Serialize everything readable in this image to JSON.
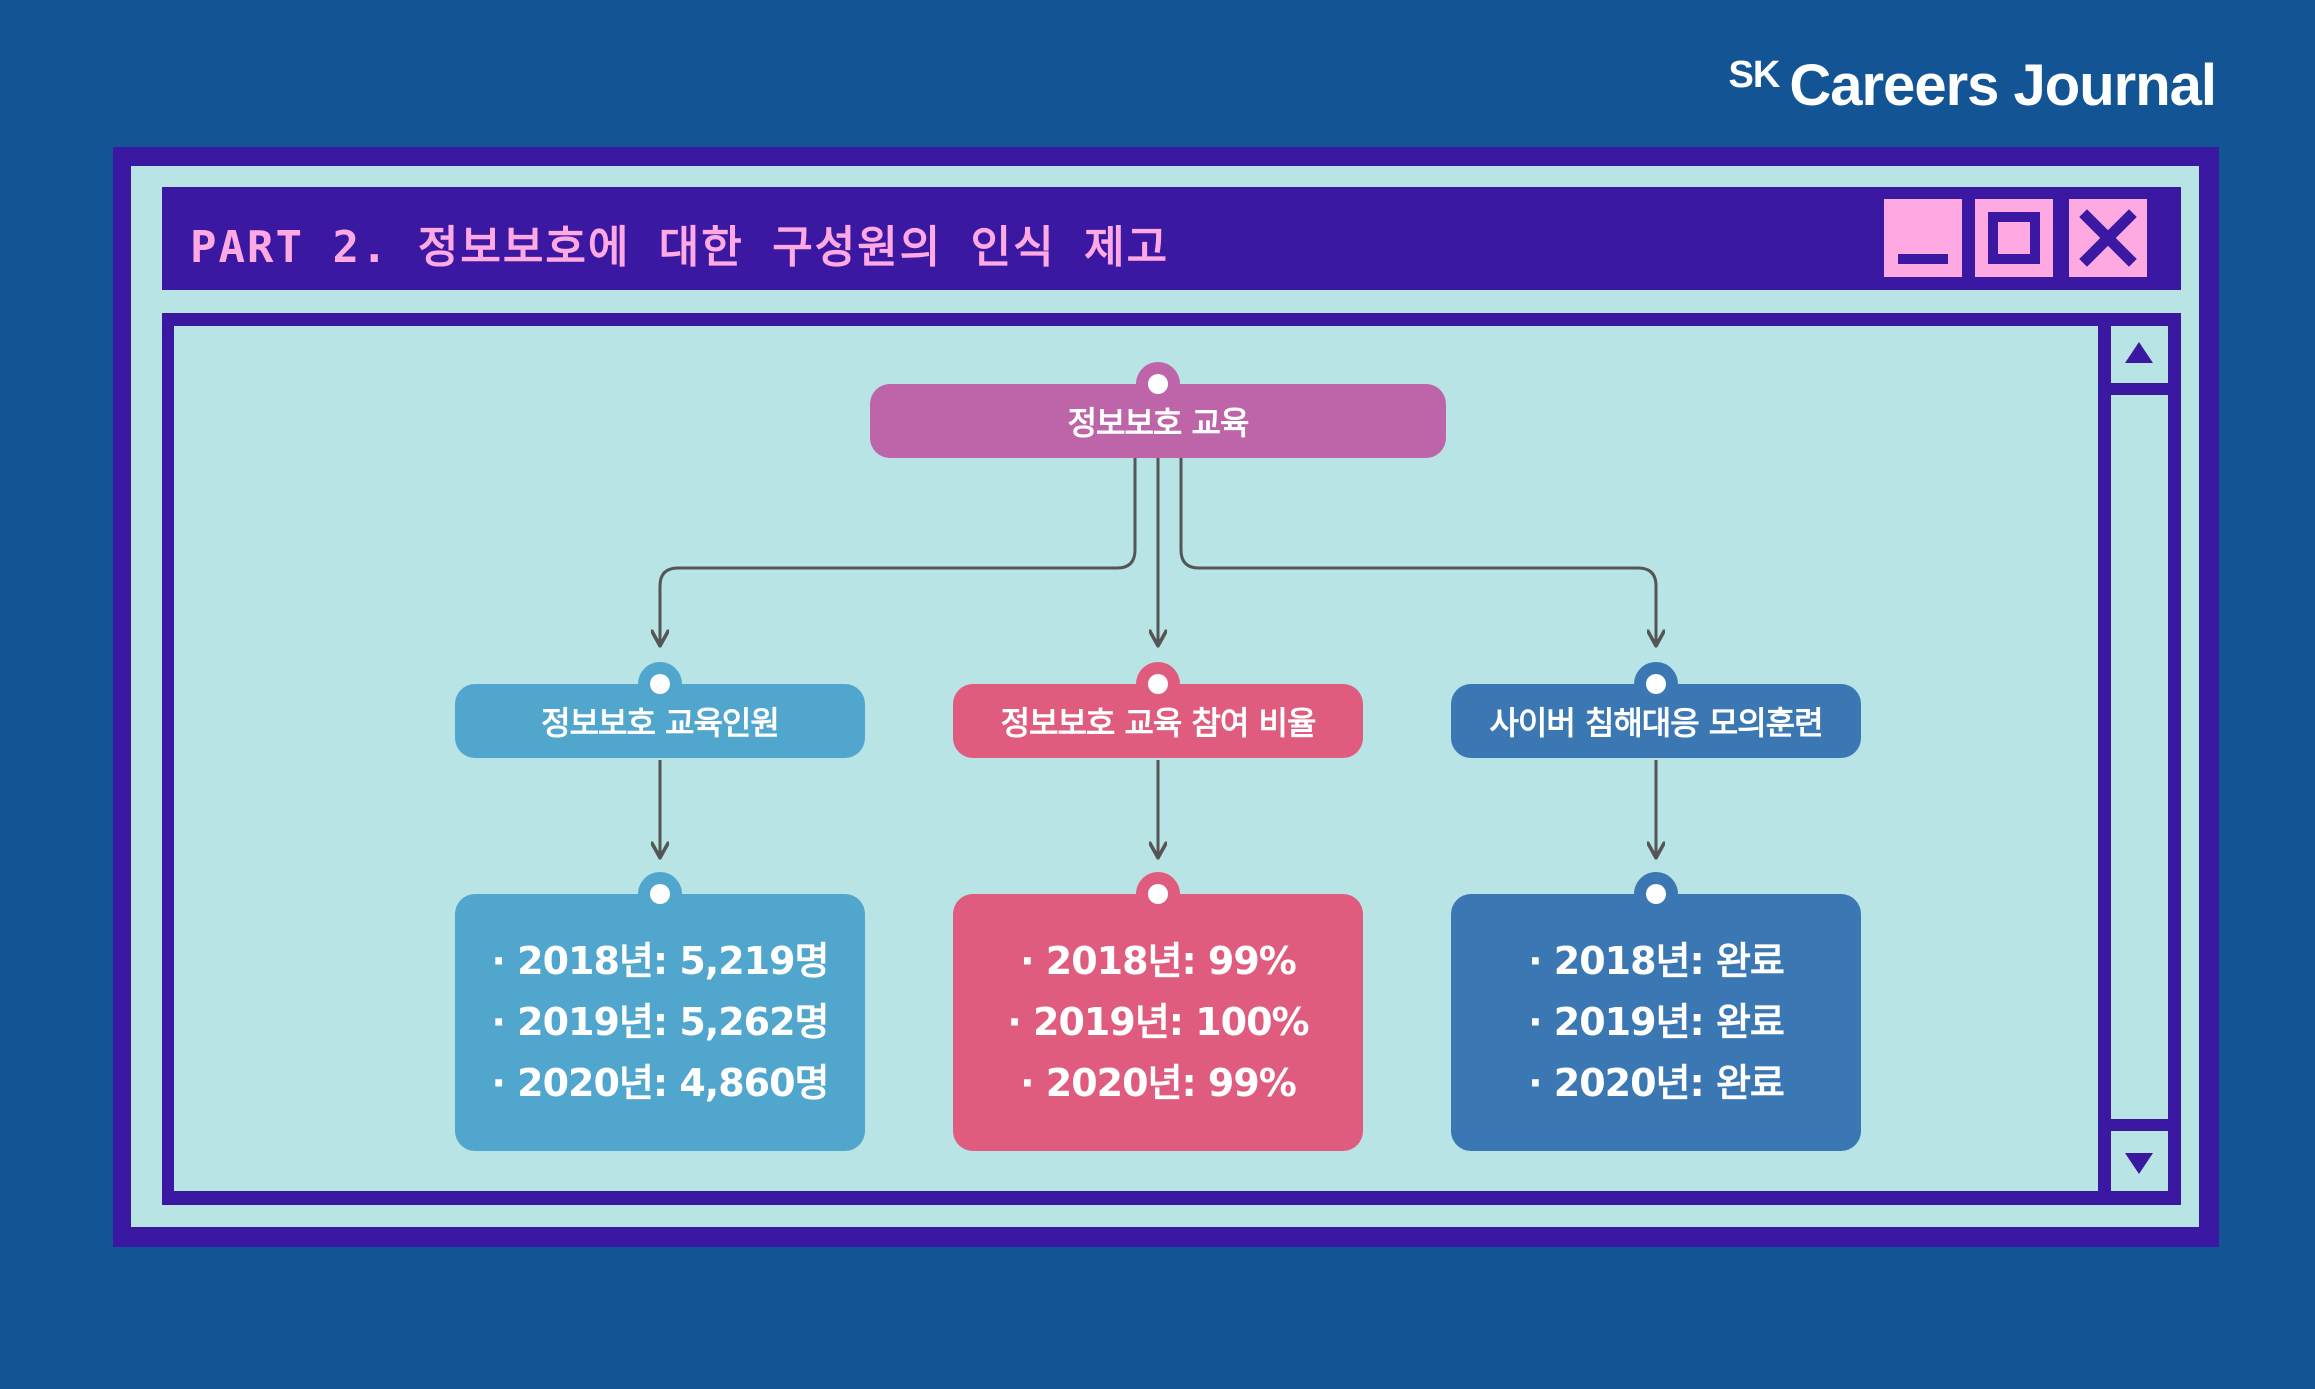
{
  "brand": {
    "prefix": "SK",
    "name": "Careers Journal"
  },
  "window": {
    "title": "PART 2. 정보보호에 대한 구성원의 인식 제고",
    "buttons": [
      "minimize-icon",
      "maximize-icon",
      "close-icon"
    ]
  },
  "colors": {
    "background": "#135594",
    "window_frame": "#3b18a2",
    "panel": "#b9e4e5",
    "title_text": "#ffa9e3",
    "root": "#be64a9",
    "education_staff": "#51a6cd",
    "participation_rate": "#e05c7e",
    "cyber_drill": "#3b78b3",
    "connector": "#555555"
  },
  "diagram": {
    "root": {
      "label": "정보보호 교육"
    },
    "branches": [
      {
        "label": "정보보호 교육인원",
        "items": [
          "· 2018년: 5,219명",
          "· 2019년: 5,262명",
          "· 2020년: 4,860명"
        ]
      },
      {
        "label": "정보보호 교육 참여 비율",
        "items": [
          "· 2018년: 99%",
          "· 2019년: 100%",
          "· 2020년: 99%"
        ]
      },
      {
        "label": "사이버 침해대응 모의훈련",
        "items": [
          "· 2018년: 완료",
          "· 2019년: 완료",
          "· 2020년: 완료"
        ]
      }
    ]
  }
}
